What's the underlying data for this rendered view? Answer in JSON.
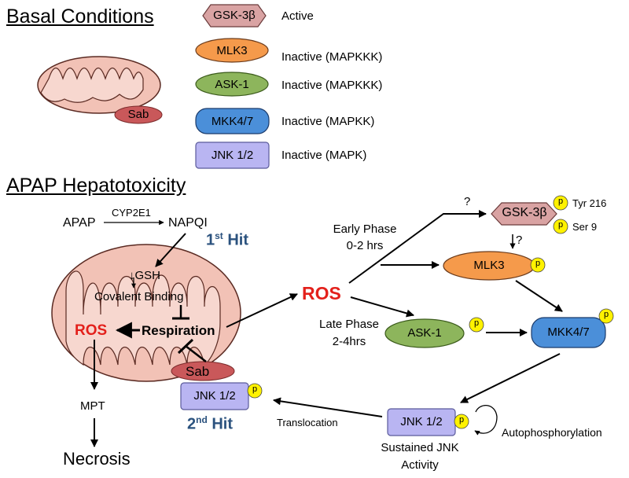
{
  "basal": {
    "title": "Basal Conditions",
    "sab": "Sab",
    "legend": [
      {
        "name": "GSK-3β",
        "state": "Active"
      },
      {
        "name": "MLK3",
        "state": "Inactive (MAPKKK)"
      },
      {
        "name": "ASK-1",
        "state": "Inactive (MAPKKK)"
      },
      {
        "name": "MKK4/7",
        "state": "Inactive (MAPKK)"
      },
      {
        "name": "JNK 1/2",
        "state": "Inactive (MAPK)"
      }
    ]
  },
  "apap": {
    "title": "APAP Hepatotoxicity",
    "apap": "APAP",
    "cyp": "CYP2E1",
    "napqi": "NAPQI",
    "hit1_num": "1",
    "hit1_sup": "st",
    "hit1_word": "Hit",
    "hit2_num": "2",
    "hit2_sup": "nd",
    "hit2_word": "Hit",
    "gsh": "↓GSH",
    "covalent": "Covalent Binding",
    "respiration": "Respiration",
    "ros_left": "ROS",
    "ros_center": "ROS",
    "sab": "Sab",
    "jnk_mito": "JNK 1/2",
    "mpt": "MPT",
    "necrosis": "Necrosis",
    "early_phase_1": "Early Phase",
    "early_phase_2": "0-2 hrs",
    "late_phase_1": "Late Phase",
    "late_phase_2": "2-4hrs",
    "q1": "?",
    "q2": "?",
    "gsk": "GSK-3β",
    "tyr": "Tyr 216",
    "ser": "Ser 9",
    "mlk3": "MLK3",
    "ask1": "ASK-1",
    "mkk": "MKK4/7",
    "jnk_sustained": "JNK 1/2",
    "sustained_1": "Sustained JNK",
    "sustained_2": "Activity",
    "translocation": "Translocation",
    "autophos": "Autophosphorylation",
    "p": "p"
  },
  "colors": {
    "gsk": "#d9a3a3",
    "mlk3": "#f59a4b",
    "ask1": "#8db55c",
    "mkk": "#4b8fd9",
    "jnk": "#b9b5f2",
    "mito": "#f2c2b6",
    "sab": "#c9585a",
    "ros": "#e3201b",
    "hit": "#2b527e",
    "phospho": "#fff200"
  }
}
